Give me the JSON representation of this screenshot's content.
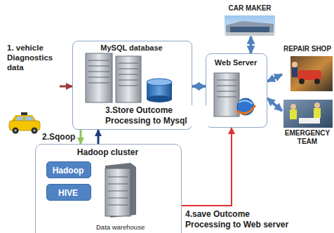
{
  "diagram": {
    "nodes": [
      {
        "text": [
          "1. vehicle Diagnostics data"
        ]
      },
      {
        "text": [
          "MySQL database"
        ]
      },
      {
        "text": [
          "CAR MAKER"
        ]
      },
      {
        "text": [
          "Web Server"
        ]
      },
      {
        "text": [
          "REPAIR SHOP"
        ]
      },
      {
        "text": [
          "EMERGENCY TEAM"
        ]
      },
      {
        "text": [
          "Hadoop cluster",
          "Data warehouse"
        ]
      },
      {
        "text": [
          "Hadoop"
        ],
        "in": 6
      },
      {
        "text": [
          "HIVE"
        ],
        "in": 6
      }
    ],
    "edges": [
      {
        "from": 0,
        "to": 1,
        "arrow": "to"
      },
      {
        "from": 1,
        "to": 3,
        "arrow": "both"
      },
      {
        "from": 3,
        "to": 2,
        "arrow": "both"
      },
      {
        "from": 3,
        "to": 4,
        "arrow": "both"
      },
      {
        "from": 3,
        "to": 5,
        "arrow": "both"
      },
      {
        "from": 1,
        "to": 6,
        "label": "2.Sqoop",
        "arrow": "to"
      },
      {
        "from": 6,
        "to": 1,
        "label": "3.Store Outcome Processing to Mysql",
        "arrow": "to"
      },
      {
        "from": 6,
        "to": 3,
        "label": "4.save Outcome Processing to Web server",
        "arrow": "to"
      }
    ]
  }
}
